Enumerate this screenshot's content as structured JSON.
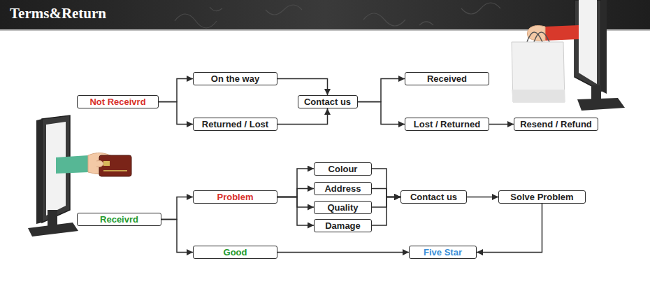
{
  "diagram": {
    "title": "Terms&Return",
    "nodes": [
      {
        "text": [
          "Not Receivrd"
        ]
      },
      {
        "text": [
          "On the way"
        ]
      },
      {
        "text": [
          "Returned / Lost"
        ]
      },
      {
        "text": [
          "Contact us"
        ]
      },
      {
        "text": [
          "Received"
        ]
      },
      {
        "text": [
          "Lost / Returned"
        ]
      },
      {
        "text": [
          "Resend / Refund"
        ]
      },
      {
        "text": [
          "Receivrd"
        ]
      },
      {
        "text": [
          "Problem"
        ]
      },
      {
        "text": [
          "Colour"
        ]
      },
      {
        "text": [
          "Address"
        ]
      },
      {
        "text": [
          "Quality"
        ]
      },
      {
        "text": [
          "Damage"
        ]
      },
      {
        "text": [
          "Contact us"
        ]
      },
      {
        "text": [
          "Solve Problem"
        ]
      },
      {
        "text": [
          "Good"
        ]
      },
      {
        "text": [
          "Five Star"
        ]
      }
    ],
    "edges": [
      {
        "from": 0,
        "to": 1,
        "arrow": "to"
      },
      {
        "from": 0,
        "to": 2,
        "arrow": "to"
      },
      {
        "from": 1,
        "to": 3,
        "arrow": "to"
      },
      {
        "from": 2,
        "to": 3,
        "arrow": "to"
      },
      {
        "from": 3,
        "to": 4,
        "arrow": "to"
      },
      {
        "from": 3,
        "to": 5,
        "arrow": "to"
      },
      {
        "from": 5,
        "to": 6,
        "arrow": "to"
      },
      {
        "from": 7,
        "to": 8,
        "arrow": "to"
      },
      {
        "from": 7,
        "to": 15,
        "arrow": "to"
      },
      {
        "from": 8,
        "to": 9,
        "arrow": "to"
      },
      {
        "from": 8,
        "to": 10,
        "arrow": "to"
      },
      {
        "from": 8,
        "to": 11,
        "arrow": "to"
      },
      {
        "from": 8,
        "to": 12,
        "arrow": "to"
      },
      {
        "from": 9,
        "to": 13,
        "arrow": "to"
      },
      {
        "from": 10,
        "to": 13,
        "arrow": "to"
      },
      {
        "from": 11,
        "to": 13,
        "arrow": "to"
      },
      {
        "from": 12,
        "to": 13,
        "arrow": "to"
      },
      {
        "from": 13,
        "to": 14,
        "arrow": "to"
      },
      {
        "from": 14,
        "to": 16,
        "arrow": "to"
      },
      {
        "from": 15,
        "to": 16,
        "arrow": "to"
      }
    ]
  }
}
